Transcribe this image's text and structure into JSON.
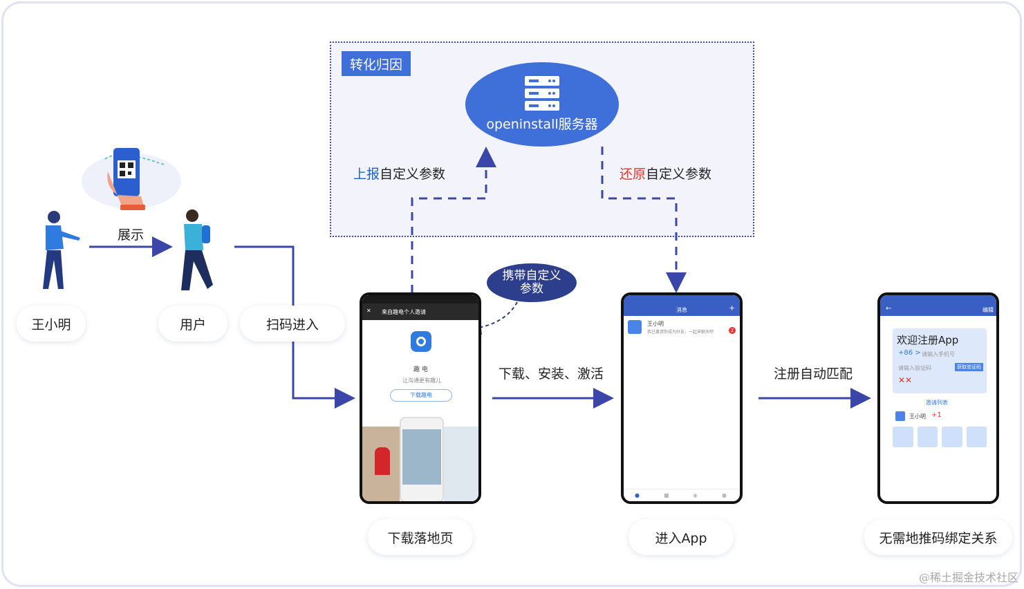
{
  "title_tag": "转化归因",
  "server_label": "openinstall服务器",
  "upload": {
    "highlight": "上报",
    "rest": "自定义参数"
  },
  "restore": {
    "highlight": "还原",
    "rest": "自定义参数"
  },
  "show_label": "展示",
  "carry_bubble": {
    "line1": "携带自定义",
    "line2": "参数"
  },
  "step_labels": {
    "download": "下载、安装、激活",
    "register": "注册自动匹配"
  },
  "nodes": {
    "xiaoming": "王小明",
    "user": "用户",
    "scan": "扫码进入",
    "landing": "下载落地页",
    "enter_app": "进入App",
    "bind": "无需地推码绑定关系"
  },
  "phone_landing": {
    "header": "来自趣电个人邀请",
    "app_name": "趣 电",
    "slogan": "让沟通更有趣儿",
    "button": "下载趣电"
  },
  "phone_app": {
    "header": "消息",
    "contact": "王小明",
    "message": "我已邀请你成为好友，一起来聊天吧",
    "badge": "2"
  },
  "phone_register": {
    "edit": "编辑",
    "welcome": "欢迎注册App",
    "country_code": "+86 >",
    "phone_placeholder": "请输入手机号",
    "code_placeholder": "请输入验证码",
    "code_button": "获取验证码",
    "invite_list": "邀请列表",
    "invitee": "王小明",
    "plus": "+1"
  },
  "colors": {
    "accent": "#3f6fd8",
    "arrow": "#3a47a8",
    "navy": "#2c3e8c",
    "up": "#1a5fd8",
    "down": "#e8342b"
  },
  "watermark": "@稀土掘金技术社区"
}
